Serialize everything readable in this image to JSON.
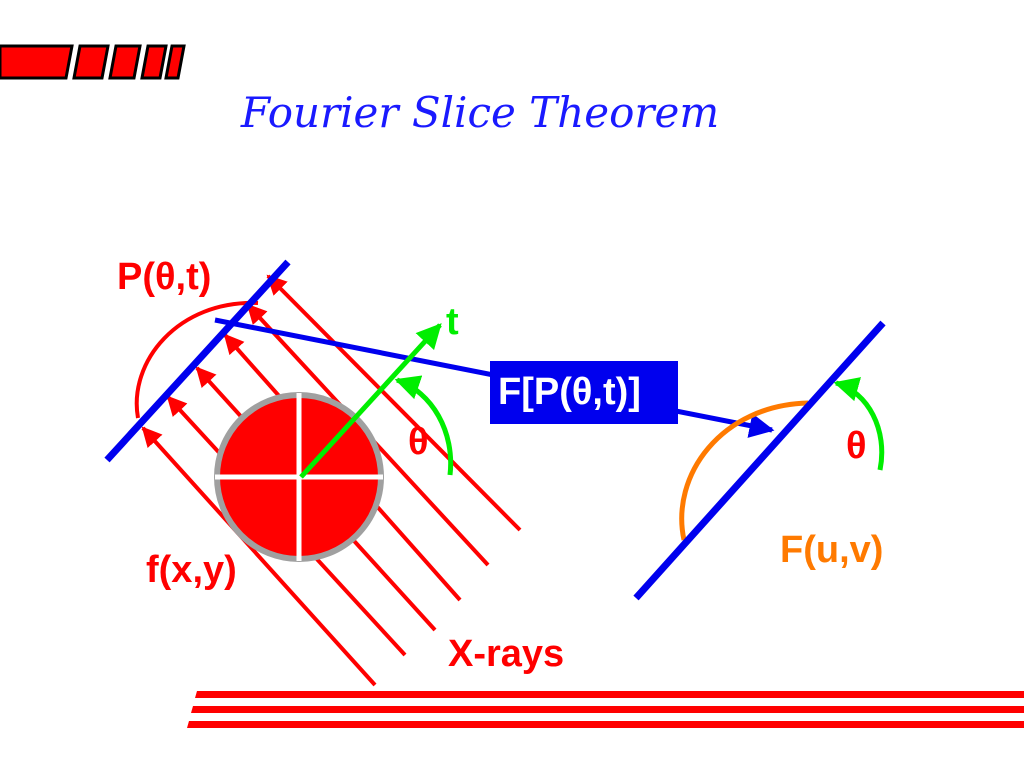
{
  "slide": {
    "title": "Fourier Slice Theorem"
  },
  "diagram": {
    "projection_label": "P(θ,t)",
    "axis_t_label": "t",
    "angle_label_left": "θ",
    "transform_box_label": "F[P(θ,t)]",
    "angle_label_right": "θ",
    "object_label": "f(x,y)",
    "fourier_label": "F(u,v)",
    "xrays_label": "X-rays"
  },
  "colors": {
    "title": "#1a1aff",
    "red": "#ff0000",
    "blue": "#0000ee",
    "green": "#00ee00",
    "orange": "#ff7a00",
    "gray": "#a0a0a0",
    "box_text": "#ffffff"
  }
}
